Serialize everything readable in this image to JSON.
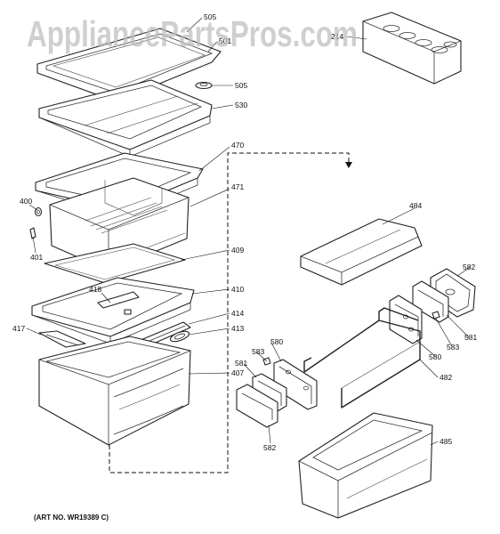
{
  "watermark": "AppliancePartsPros.com",
  "art_number": "(ART NO. WR19389 C)",
  "parts": [
    {
      "id": "shelf-glass-top",
      "label": "505"
    },
    {
      "id": "shelf-glass-top-b",
      "label": "501"
    },
    {
      "id": "clip-right",
      "label": "505"
    },
    {
      "id": "shelf-frame",
      "label": "530"
    },
    {
      "id": "egg-tray",
      "label": "214"
    },
    {
      "id": "pan-cover-frame",
      "label": "470"
    },
    {
      "id": "snack-pan",
      "label": "471"
    },
    {
      "id": "cover-glass",
      "label": "409"
    },
    {
      "id": "stud",
      "label": "400"
    },
    {
      "id": "screw",
      "label": "401"
    },
    {
      "id": "divider",
      "label": "418"
    },
    {
      "id": "pan-frame",
      "label": "410"
    },
    {
      "id": "handle",
      "label": "414"
    },
    {
      "id": "slide",
      "label": "413"
    },
    {
      "id": "rail",
      "label": "417"
    },
    {
      "id": "crisper-drawer",
      "label": "407"
    },
    {
      "id": "dairy-cover",
      "label": "484"
    },
    {
      "id": "hinge-right-outer",
      "label": "582"
    },
    {
      "id": "hinge-right-inner",
      "label": "581"
    },
    {
      "id": "bracket-right",
      "label": "583"
    },
    {
      "id": "bracket-right-b",
      "label": "580"
    },
    {
      "id": "wire-rack",
      "label": "482"
    },
    {
      "id": "bracket-left-b",
      "label": "580"
    },
    {
      "id": "bracket-left",
      "label": "583"
    },
    {
      "id": "hinge-left-inner",
      "label": "581"
    },
    {
      "id": "hinge-left-outer",
      "label": "582"
    },
    {
      "id": "dairy-bin",
      "label": "485"
    }
  ]
}
